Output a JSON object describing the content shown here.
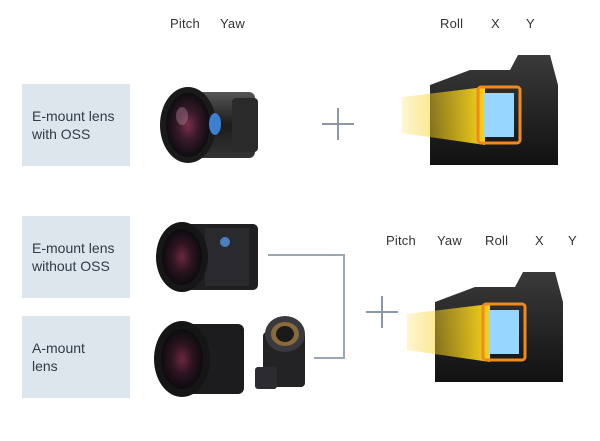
{
  "top_axes": {
    "pitch": "Pitch",
    "yaw": "Yaw",
    "roll": "Roll",
    "x": "X",
    "y": "Y"
  },
  "bottom_axes": {
    "pitch": "Pitch",
    "yaw": "Yaw",
    "roll": "Roll",
    "x": "X",
    "y": "Y"
  },
  "labels": {
    "emount_oss": "E-mount lens\nwith OSS",
    "emount_no_oss": "E-mount lens\nwithout OSS",
    "amount": "A-mount\nlens"
  },
  "colors": {
    "label_bg": "#dde5ed",
    "sensor_glow": "#f7d21a",
    "sensor_frame": "#f08a1e",
    "connector": "#9aa7b4",
    "oss_badge": "#3d7fd1"
  },
  "icons": [
    "lens-icon",
    "camera-body-icon",
    "plus-icon",
    "mount-adapter-icon"
  ]
}
